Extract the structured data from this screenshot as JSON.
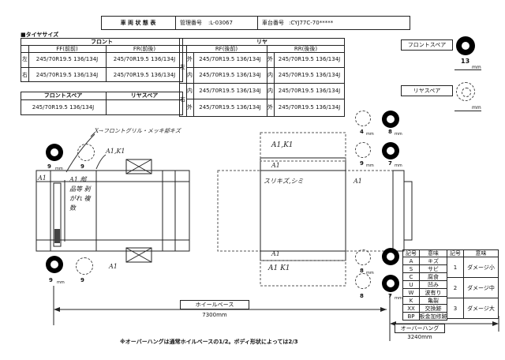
{
  "header": {
    "title": "車 両 状 態 表",
    "mgmt_label": "管理番号",
    "mgmt_value": "L-03067",
    "chassis_label": "車台番号",
    "chassis_value": "CYJ77C-70*****"
  },
  "tire_section": {
    "heading": "■タイヤサイズ",
    "front": "フロント",
    "rear": "リヤ",
    "ff": "FF(前前)",
    "fr": "FR(前後)",
    "rf": "RF(後前)",
    "rr": "RR(後後)",
    "left": "左",
    "right": "右",
    "outer": "外",
    "inner": "内",
    "size": "245/70R19.5 136/134J",
    "front_spare": "フロントスペア",
    "rear_spare": "リヤスペア"
  },
  "spares": {
    "front_label": "フロントスペア",
    "front_depth": "13",
    "rear_label": "リヤスペア",
    "unit": "mm"
  },
  "tread": {
    "front_left": "9",
    "front_right": "9",
    "rear_top_a": "4",
    "rear_top_b": "8",
    "rear_mid_a": "9",
    "rear_mid_b": "7",
    "rear_bot_a": "8",
    "rear_bot_b": "7",
    "unit": "mm"
  },
  "notes": {
    "front_note": "X→フロントグリル・メッキ部キズ",
    "a1k1_top": "A1,K1",
    "a1_cab": "A1",
    "cab_text": "A1 部品等 剥がれ 複数",
    "a1_bottom": "A1",
    "body_a1k1": "A1,K1",
    "body_a1": "A1",
    "body_scratch": "スリキズ,シミ",
    "body_a1_right": "A1",
    "body_a1_bottom": "A1",
    "body_a1k1_bottom": "A1 K1"
  },
  "legend": {
    "headers": [
      "記号",
      "意味",
      "記号",
      "意味"
    ],
    "rows": [
      [
        "A",
        "キズ"
      ],
      [
        "S",
        "サビ"
      ],
      [
        "C",
        "腐食"
      ],
      [
        "U",
        "凹み"
      ],
      [
        "W",
        "波有り"
      ],
      [
        "K",
        "亀裂"
      ],
      [
        "XX",
        "交換跡"
      ],
      [
        "BP",
        "板金加修跡"
      ]
    ],
    "damage": [
      [
        "1",
        "ダメージ小"
      ],
      [
        "2",
        "ダメージ中"
      ],
      [
        "3",
        "ダメージ大"
      ]
    ]
  },
  "measurements": {
    "wheelbase_label": "ホイールベース",
    "wheelbase_value": "7300mm",
    "overhang_label": "オーバーハング",
    "overhang_value": "3240mm",
    "footnote": "※オーバーハングは通常ホイルベースの1/2。ボディ形状によっては2/3"
  }
}
